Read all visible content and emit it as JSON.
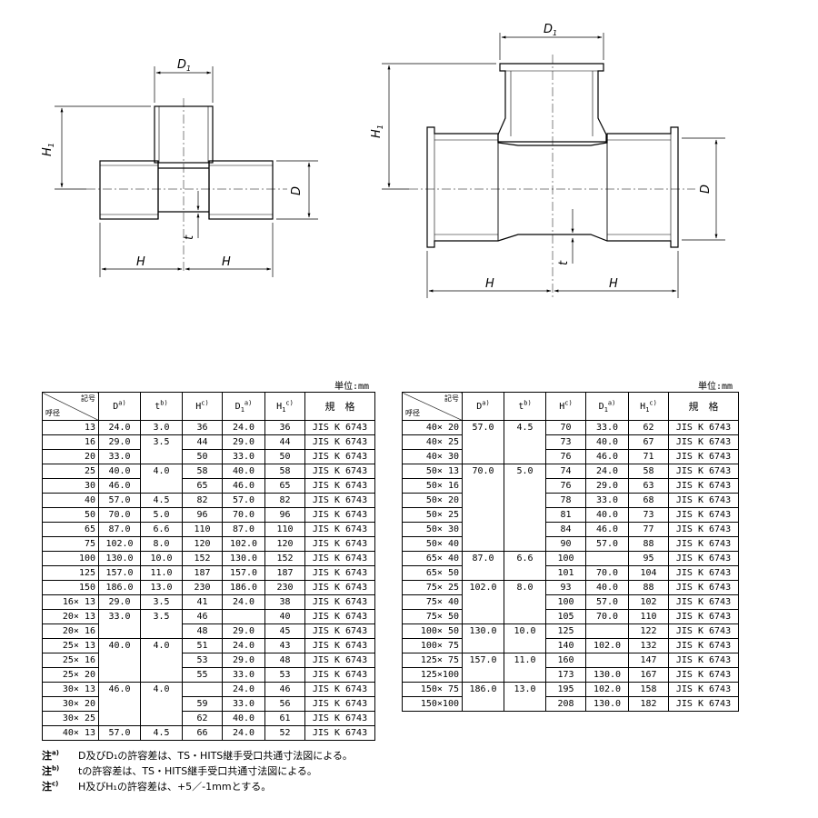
{
  "drawing": {
    "labels": {
      "D1": "D",
      "D1_sub": "1",
      "H1": "H",
      "H1_sub": "1",
      "D": "D",
      "t": "t",
      "H": "H"
    }
  },
  "left_table": {
    "unit": "単位:mm",
    "header": {
      "corner_top": "記号",
      "corner_bottom": "呼径",
      "D": "D",
      "D_note": "a)",
      "t": "t",
      "t_note": "b)",
      "H": "H",
      "H_note": "c)",
      "D1": "D",
      "D1_sub": "1",
      "D1_note": "a)",
      "H1": "H",
      "H1_sub": "1",
      "H1_note": "c)",
      "spec": "規　格"
    },
    "rows": [
      {
        "size": "13",
        "D": "24.0",
        "t": "3.0",
        "H": "36",
        "D1": "24.0",
        "H1": "36",
        "spec": "JIS K 6743"
      },
      {
        "size": "16",
        "D": "29.0",
        "t": "3.5",
        "H": "44",
        "D1": "29.0",
        "H1": "44",
        "spec": "JIS K 6743"
      },
      {
        "size": "20",
        "D": "33.0",
        "t": "",
        "H": "50",
        "D1": "33.0",
        "H1": "50",
        "spec": "JIS K 6743"
      },
      {
        "size": "25",
        "D": "40.0",
        "t": "4.0",
        "H": "58",
        "D1": "40.0",
        "H1": "58",
        "spec": "JIS K 6743"
      },
      {
        "size": "30",
        "D": "46.0",
        "t": "",
        "H": "65",
        "D1": "46.0",
        "H1": "65",
        "spec": "JIS K 6743"
      },
      {
        "size": "40",
        "D": "57.0",
        "t": "4.5",
        "H": "82",
        "D1": "57.0",
        "H1": "82",
        "spec": "JIS K 6743"
      },
      {
        "size": "50",
        "D": "70.0",
        "t": "5.0",
        "H": "96",
        "D1": "70.0",
        "H1": "96",
        "spec": "JIS K 6743"
      },
      {
        "size": "65",
        "D": "87.0",
        "t": "6.6",
        "H": "110",
        "D1": "87.0",
        "H1": "110",
        "spec": "JIS K 6743"
      },
      {
        "size": "75",
        "D": "102.0",
        "t": "8.0",
        "H": "120",
        "D1": "102.0",
        "H1": "120",
        "spec": "JIS K 6743"
      },
      {
        "size": "100",
        "D": "130.0",
        "t": "10.0",
        "H": "152",
        "D1": "130.0",
        "H1": "152",
        "spec": "JIS K 6743"
      },
      {
        "size": "125",
        "D": "157.0",
        "t": "11.0",
        "H": "187",
        "D1": "157.0",
        "H1": "187",
        "spec": "JIS K 6743"
      },
      {
        "size": "150",
        "D": "186.0",
        "t": "13.0",
        "H": "230",
        "D1": "186.0",
        "H1": "230",
        "spec": "JIS K 6743"
      },
      {
        "size": "16× 13",
        "D": "29.0",
        "t": "3.5",
        "H": "41",
        "D1": "24.0",
        "H1": "38",
        "spec": "JIS K 6743"
      },
      {
        "size": "20× 13",
        "D": "33.0",
        "t": "3.5",
        "H": "46",
        "D1": "",
        "H1": "40",
        "spec": "JIS K 6743"
      },
      {
        "size": "20× 16",
        "D": "",
        "t": "",
        "H": "48",
        "D1": "29.0",
        "H1": "45",
        "spec": "JIS K 6743"
      },
      {
        "size": "25× 13",
        "D": "40.0",
        "t": "4.0",
        "H": "51",
        "D1": "24.0",
        "H1": "43",
        "spec": "JIS K 6743"
      },
      {
        "size": "25× 16",
        "D": "",
        "t": "",
        "H": "53",
        "D1": "29.0",
        "H1": "48",
        "spec": "JIS K 6743"
      },
      {
        "size": "25× 20",
        "D": "",
        "t": "",
        "H": "55",
        "D1": "33.0",
        "H1": "53",
        "spec": "JIS K 6743"
      },
      {
        "size": "30× 13",
        "D": "46.0",
        "t": "4.0",
        "H": "",
        "D1": "24.0",
        "H1": "46",
        "spec": "JIS K 6743"
      },
      {
        "size": "30× 20",
        "D": "",
        "t": "",
        "H": "59",
        "D1": "33.0",
        "H1": "56",
        "spec": "JIS K 6743"
      },
      {
        "size": "30× 25",
        "D": "",
        "t": "",
        "H": "62",
        "D1": "40.0",
        "H1": "61",
        "spec": "JIS K 6743"
      },
      {
        "size": "40× 13",
        "D": "57.0",
        "t": "4.5",
        "H": "66",
        "D1": "24.0",
        "H1": "52",
        "spec": "JIS K 6743"
      }
    ]
  },
  "right_table": {
    "unit": "単位:mm",
    "rows": [
      {
        "size": "40× 20",
        "D": "57.0",
        "t": "4.5",
        "H": "70",
        "D1": "33.0",
        "H1": "62",
        "spec": "JIS K 6743"
      },
      {
        "size": "40× 25",
        "D": "",
        "t": "",
        "H": "73",
        "D1": "40.0",
        "H1": "67",
        "spec": "JIS K 6743"
      },
      {
        "size": "40× 30",
        "D": "",
        "t": "",
        "H": "76",
        "D1": "46.0",
        "H1": "71",
        "spec": "JIS K 6743"
      },
      {
        "size": "50× 13",
        "D": "70.0",
        "t": "5.0",
        "H": "74",
        "D1": "24.0",
        "H1": "58",
        "spec": "JIS K 6743"
      },
      {
        "size": "50× 16",
        "D": "",
        "t": "",
        "H": "76",
        "D1": "29.0",
        "H1": "63",
        "spec": "JIS K 6743"
      },
      {
        "size": "50× 20",
        "D": "",
        "t": "",
        "H": "78",
        "D1": "33.0",
        "H1": "68",
        "spec": "JIS K 6743"
      },
      {
        "size": "50× 25",
        "D": "",
        "t": "",
        "H": "81",
        "D1": "40.0",
        "H1": "73",
        "spec": "JIS K 6743"
      },
      {
        "size": "50× 30",
        "D": "",
        "t": "",
        "H": "84",
        "D1": "46.0",
        "H1": "77",
        "spec": "JIS K 6743"
      },
      {
        "size": "50× 40",
        "D": "",
        "t": "",
        "H": "90",
        "D1": "57.0",
        "H1": "88",
        "spec": "JIS K 6743"
      },
      {
        "size": "65× 40",
        "D": "87.0",
        "t": "6.6",
        "H": "100",
        "D1": "",
        "H1": "95",
        "spec": "JIS K 6743"
      },
      {
        "size": "65× 50",
        "D": "",
        "t": "",
        "H": "101",
        "D1": "70.0",
        "H1": "104",
        "spec": "JIS K 6743"
      },
      {
        "size": "75× 25",
        "D": "102.0",
        "t": "8.0",
        "H": "93",
        "D1": "40.0",
        "H1": "88",
        "spec": "JIS K 6743"
      },
      {
        "size": "75× 40",
        "D": "",
        "t": "",
        "H": "100",
        "D1": "57.0",
        "H1": "102",
        "spec": "JIS K 6743"
      },
      {
        "size": "75× 50",
        "D": "",
        "t": "",
        "H": "105",
        "D1": "70.0",
        "H1": "110",
        "spec": "JIS K 6743"
      },
      {
        "size": "100× 50",
        "D": "130.0",
        "t": "10.0",
        "H": "125",
        "D1": "",
        "H1": "122",
        "spec": "JIS K 6743"
      },
      {
        "size": "100× 75",
        "D": "",
        "t": "",
        "H": "140",
        "D1": "102.0",
        "H1": "132",
        "spec": "JIS K 6743"
      },
      {
        "size": "125× 75",
        "D": "157.0",
        "t": "11.0",
        "H": "160",
        "D1": "",
        "H1": "147",
        "spec": "JIS K 6743"
      },
      {
        "size": "125×100",
        "D": "",
        "t": "",
        "H": "173",
        "D1": "130.0",
        "H1": "167",
        "spec": "JIS K 6743"
      },
      {
        "size": "150× 75",
        "D": "186.0",
        "t": "13.0",
        "H": "195",
        "D1": "102.0",
        "H1": "158",
        "spec": "JIS K 6743"
      },
      {
        "size": "150×100",
        "D": "",
        "t": "",
        "H": "208",
        "D1": "130.0",
        "H1": "182",
        "spec": "JIS K 6743"
      }
    ]
  },
  "notes": [
    {
      "label": "注",
      "mark": "a)",
      "text": "D及びD₁の許容差は、TS・HITS継手受口共通寸法図による。"
    },
    {
      "label": "注",
      "mark": "b)",
      "text": "tの許容差は、TS・HITS継手受口共通寸法図による。"
    },
    {
      "label": "注",
      "mark": "c)",
      "text": "H及びH₁の許容差は、+5／-1mmとする。"
    }
  ]
}
